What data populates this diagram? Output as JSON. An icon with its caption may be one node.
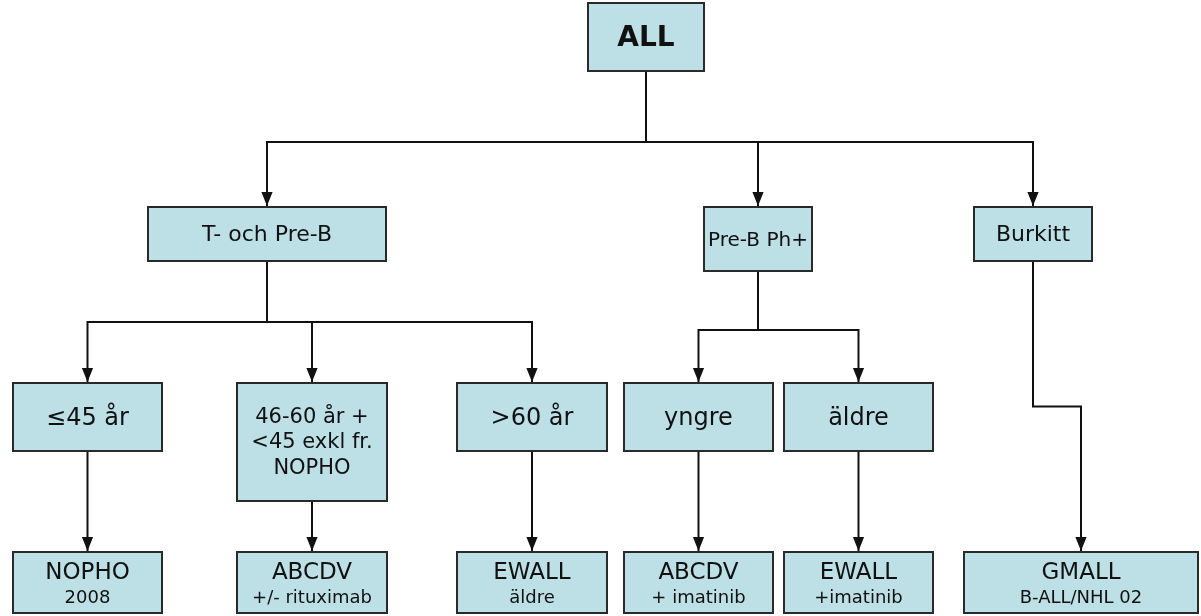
{
  "diagram": {
    "nodes": [
      {
        "text": [
          "ALL"
        ]
      },
      {
        "text": [
          "T- och Pre-B"
        ]
      },
      {
        "text": [
          "Pre-B Ph+"
        ]
      },
      {
        "text": [
          "Burkitt"
        ]
      },
      {
        "text": [
          "≤45 år"
        ]
      },
      {
        "text": [
          "46-60 år + <45 exkl fr. NOPHO"
        ]
      },
      {
        "text": [
          ">60 år"
        ]
      },
      {
        "text": [
          "yngre"
        ]
      },
      {
        "text": [
          "äldre"
        ]
      },
      {
        "text": [
          "NOPHO",
          "2008"
        ]
      },
      {
        "text": [
          "ABCDV",
          "+/- rituximab"
        ]
      },
      {
        "text": [
          "EWALL",
          "äldre"
        ]
      },
      {
        "text": [
          "ABCDV",
          "+ imatinib"
        ]
      },
      {
        "text": [
          "EWALL",
          "+imatinib"
        ]
      },
      {
        "text": [
          "GMALL",
          "B-ALL/NHL 02"
        ]
      }
    ],
    "edges": [
      {
        "from": 0,
        "to": 1,
        "arrow": "to"
      },
      {
        "from": 0,
        "to": 2,
        "arrow": "to"
      },
      {
        "from": 0,
        "to": 3,
        "arrow": "to"
      },
      {
        "from": 1,
        "to": 4,
        "arrow": "to"
      },
      {
        "from": 1,
        "to": 5,
        "arrow": "to"
      },
      {
        "from": 1,
        "to": 6,
        "arrow": "to"
      },
      {
        "from": 2,
        "to": 7,
        "arrow": "to"
      },
      {
        "from": 2,
        "to": 8,
        "arrow": "to"
      },
      {
        "from": 4,
        "to": 9,
        "arrow": "to"
      },
      {
        "from": 5,
        "to": 10,
        "arrow": "to"
      },
      {
        "from": 6,
        "to": 11,
        "arrow": "to"
      },
      {
        "from": 7,
        "to": 12,
        "arrow": "to"
      },
      {
        "from": 8,
        "to": 13,
        "arrow": "to"
      },
      {
        "from": 3,
        "to": 14,
        "arrow": "to"
      }
    ]
  }
}
